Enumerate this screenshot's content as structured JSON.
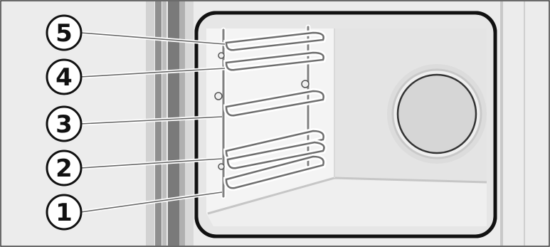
{
  "figure": {
    "callouts": [
      {
        "number": "5",
        "target": "rack-level-5"
      },
      {
        "number": "4",
        "target": "rack-level-4"
      },
      {
        "number": "3",
        "target": "rack-level-3"
      },
      {
        "number": "2",
        "target": "rack-level-2"
      },
      {
        "number": "1",
        "target": "rack-level-1"
      }
    ],
    "colors": {
      "outline": "#111111",
      "panel_light": "#ececec",
      "cavity_back": "#e6e6e6",
      "cavity_side": "#f2f2f2",
      "cavity_floor": "#ededed",
      "door_frame": "#8f8f8f",
      "rail": "#9a9a9a",
      "fan_ring": "#cfcfcf"
    },
    "icons": [
      "oven-cavity-icon",
      "wire-rack-icon",
      "fan-cover-icon"
    ]
  }
}
